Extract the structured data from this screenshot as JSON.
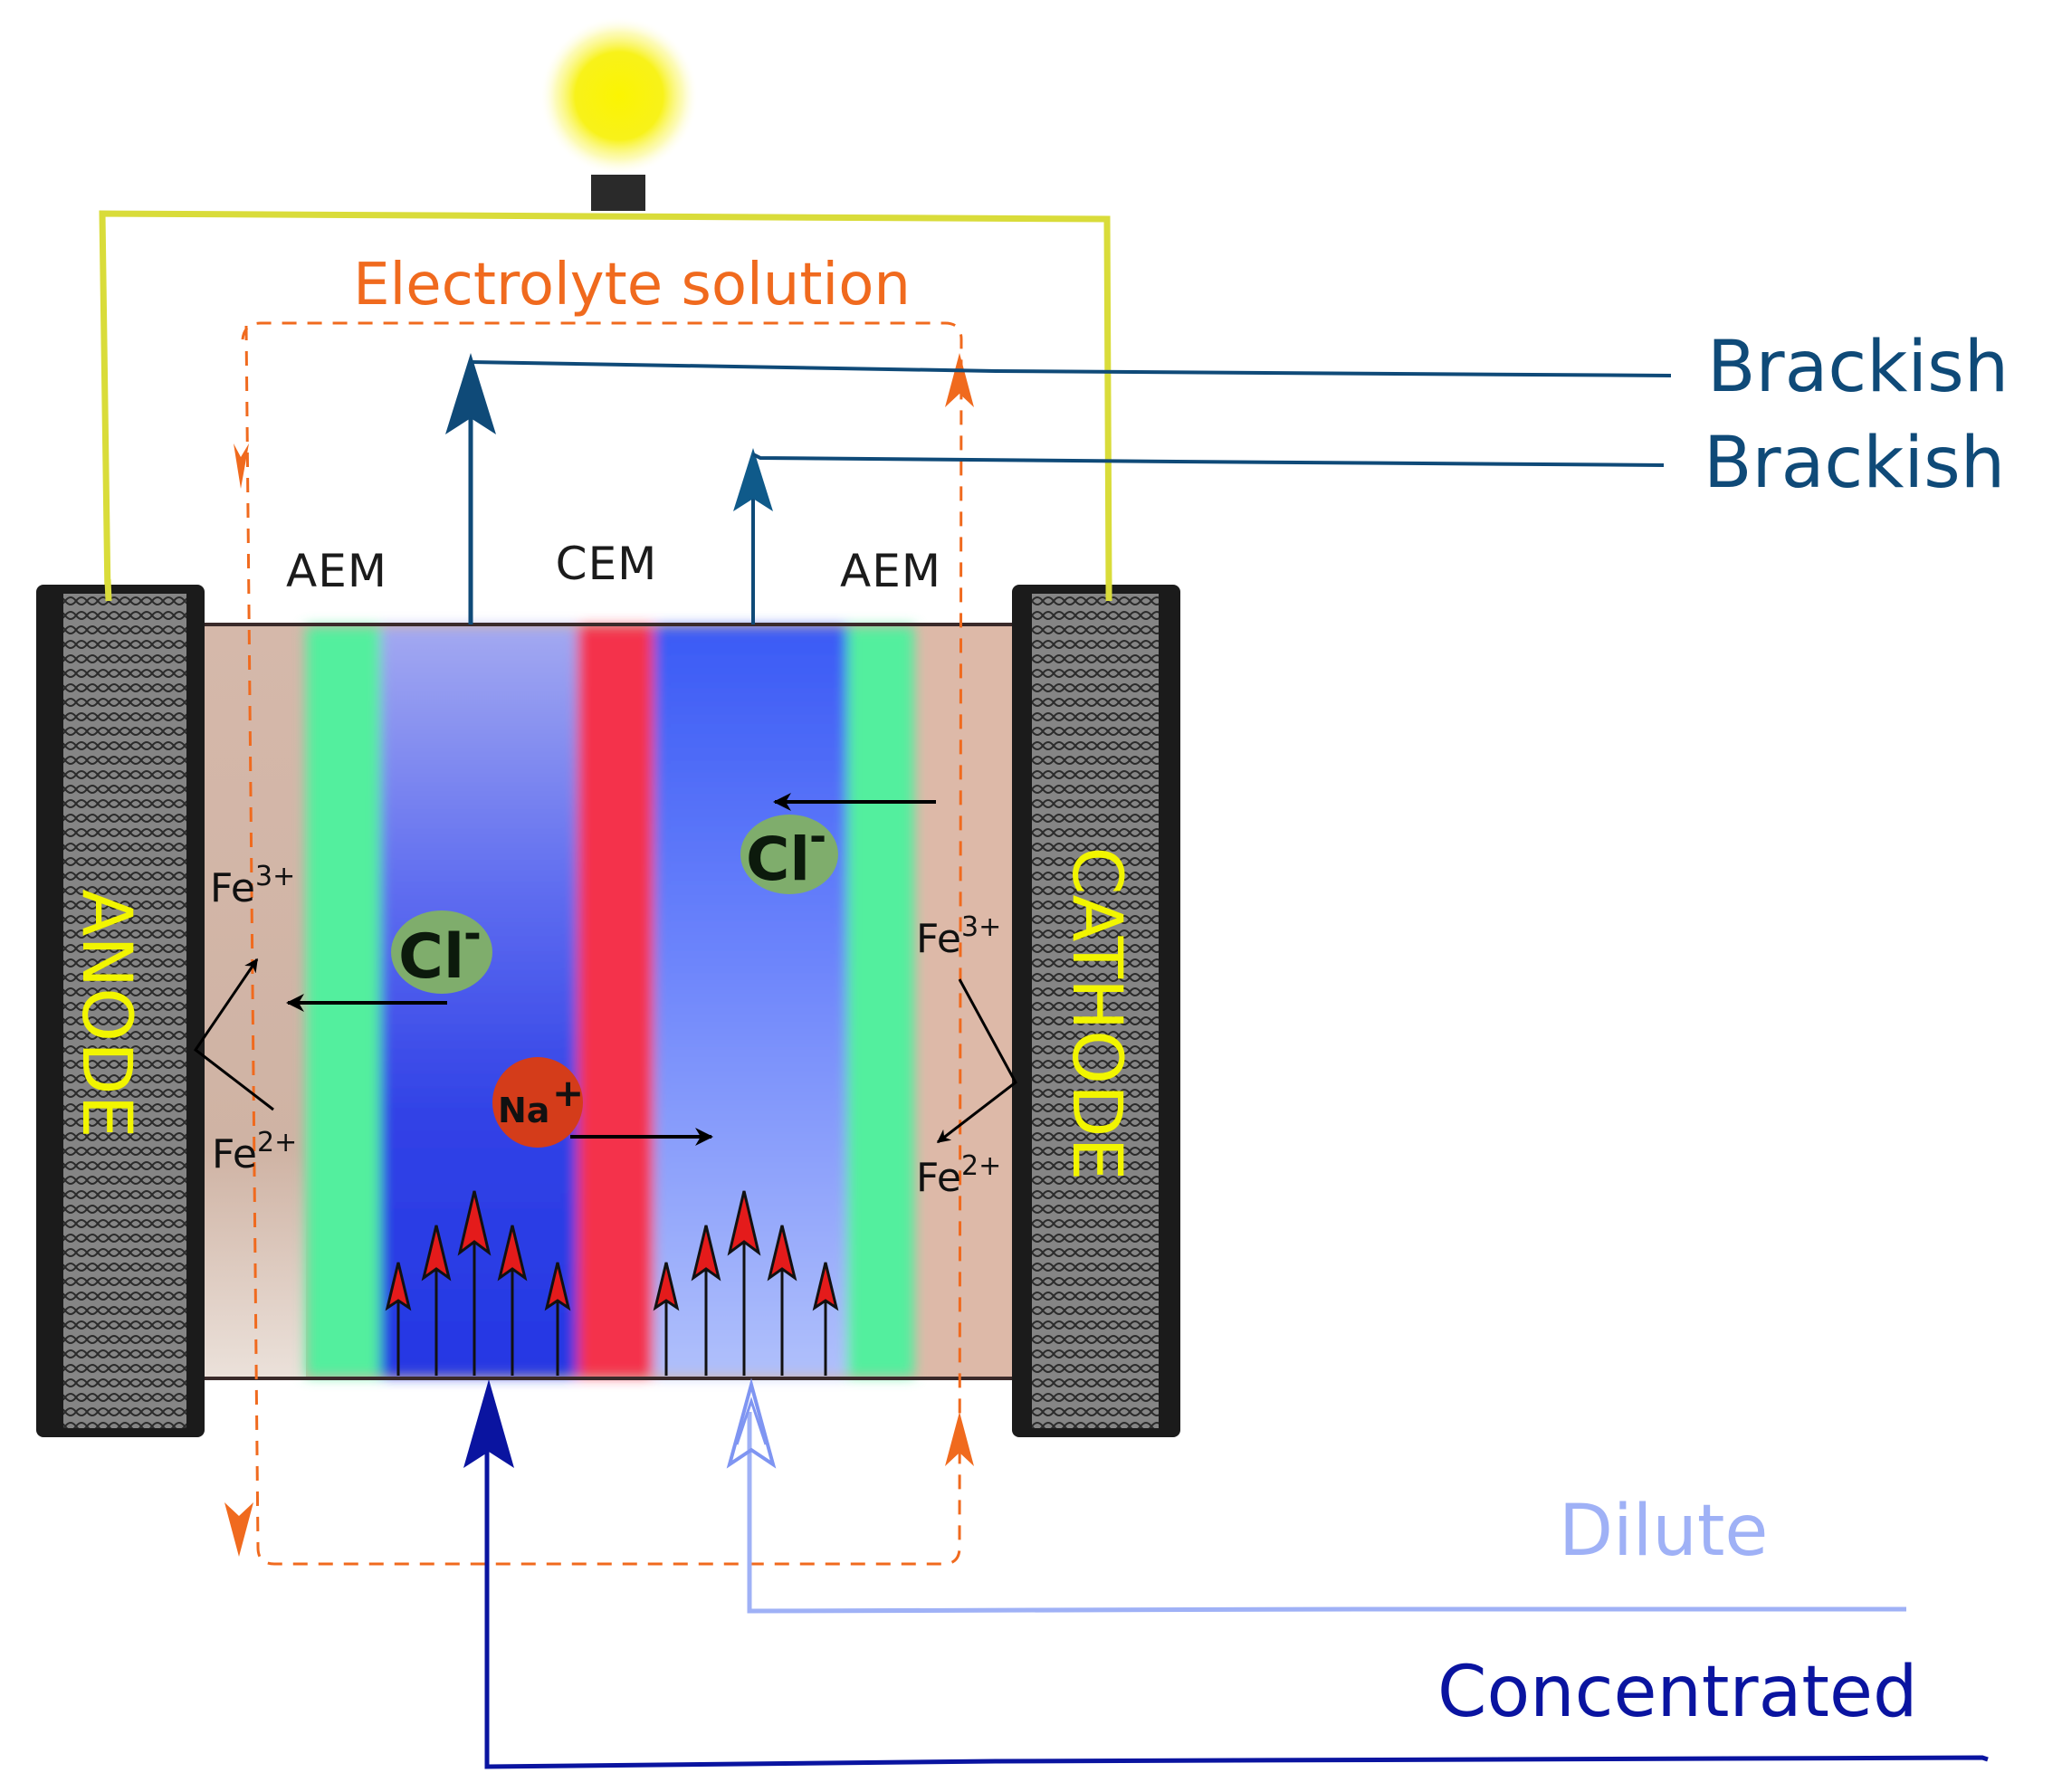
{
  "title": "Electrolyte solution",
  "electrodes": {
    "anode": "ANODE",
    "cathode": "CATHODE"
  },
  "membranes": [
    "AEM",
    "CEM",
    "AEM"
  ],
  "streams": {
    "brackish_1": "Brackish",
    "brackish_2": "Brackish",
    "dilute": "Dilute",
    "concentrated": "Concentrated"
  },
  "ions": {
    "chloride_left": {
      "base": "Cl",
      "charge": "-"
    },
    "chloride_right": {
      "base": "Cl",
      "charge": "-"
    },
    "sodium": {
      "base": "Na",
      "charge": "+"
    },
    "iron_left_top": {
      "base": "Fe",
      "charge": "3+"
    },
    "iron_left_bottom": {
      "base": "Fe",
      "charge": "2+"
    },
    "iron_right_top": {
      "base": "Fe",
      "charge": "3+"
    },
    "iron_right_bottom": {
      "base": "Fe",
      "charge": "2+"
    }
  },
  "colors": {
    "wire": "#d9dc3a",
    "electrolyte_loop": "#f06a1e",
    "brackish": "#0f4a78",
    "dilute": "#9fb1f6",
    "concentrated": "#0a14a0",
    "aem": "#52ef9e",
    "cem": "#f4304c",
    "electrode_label": "#f2f500",
    "bulb": "#fbf402"
  },
  "icons": {
    "bulb": "light-bulb-icon"
  }
}
